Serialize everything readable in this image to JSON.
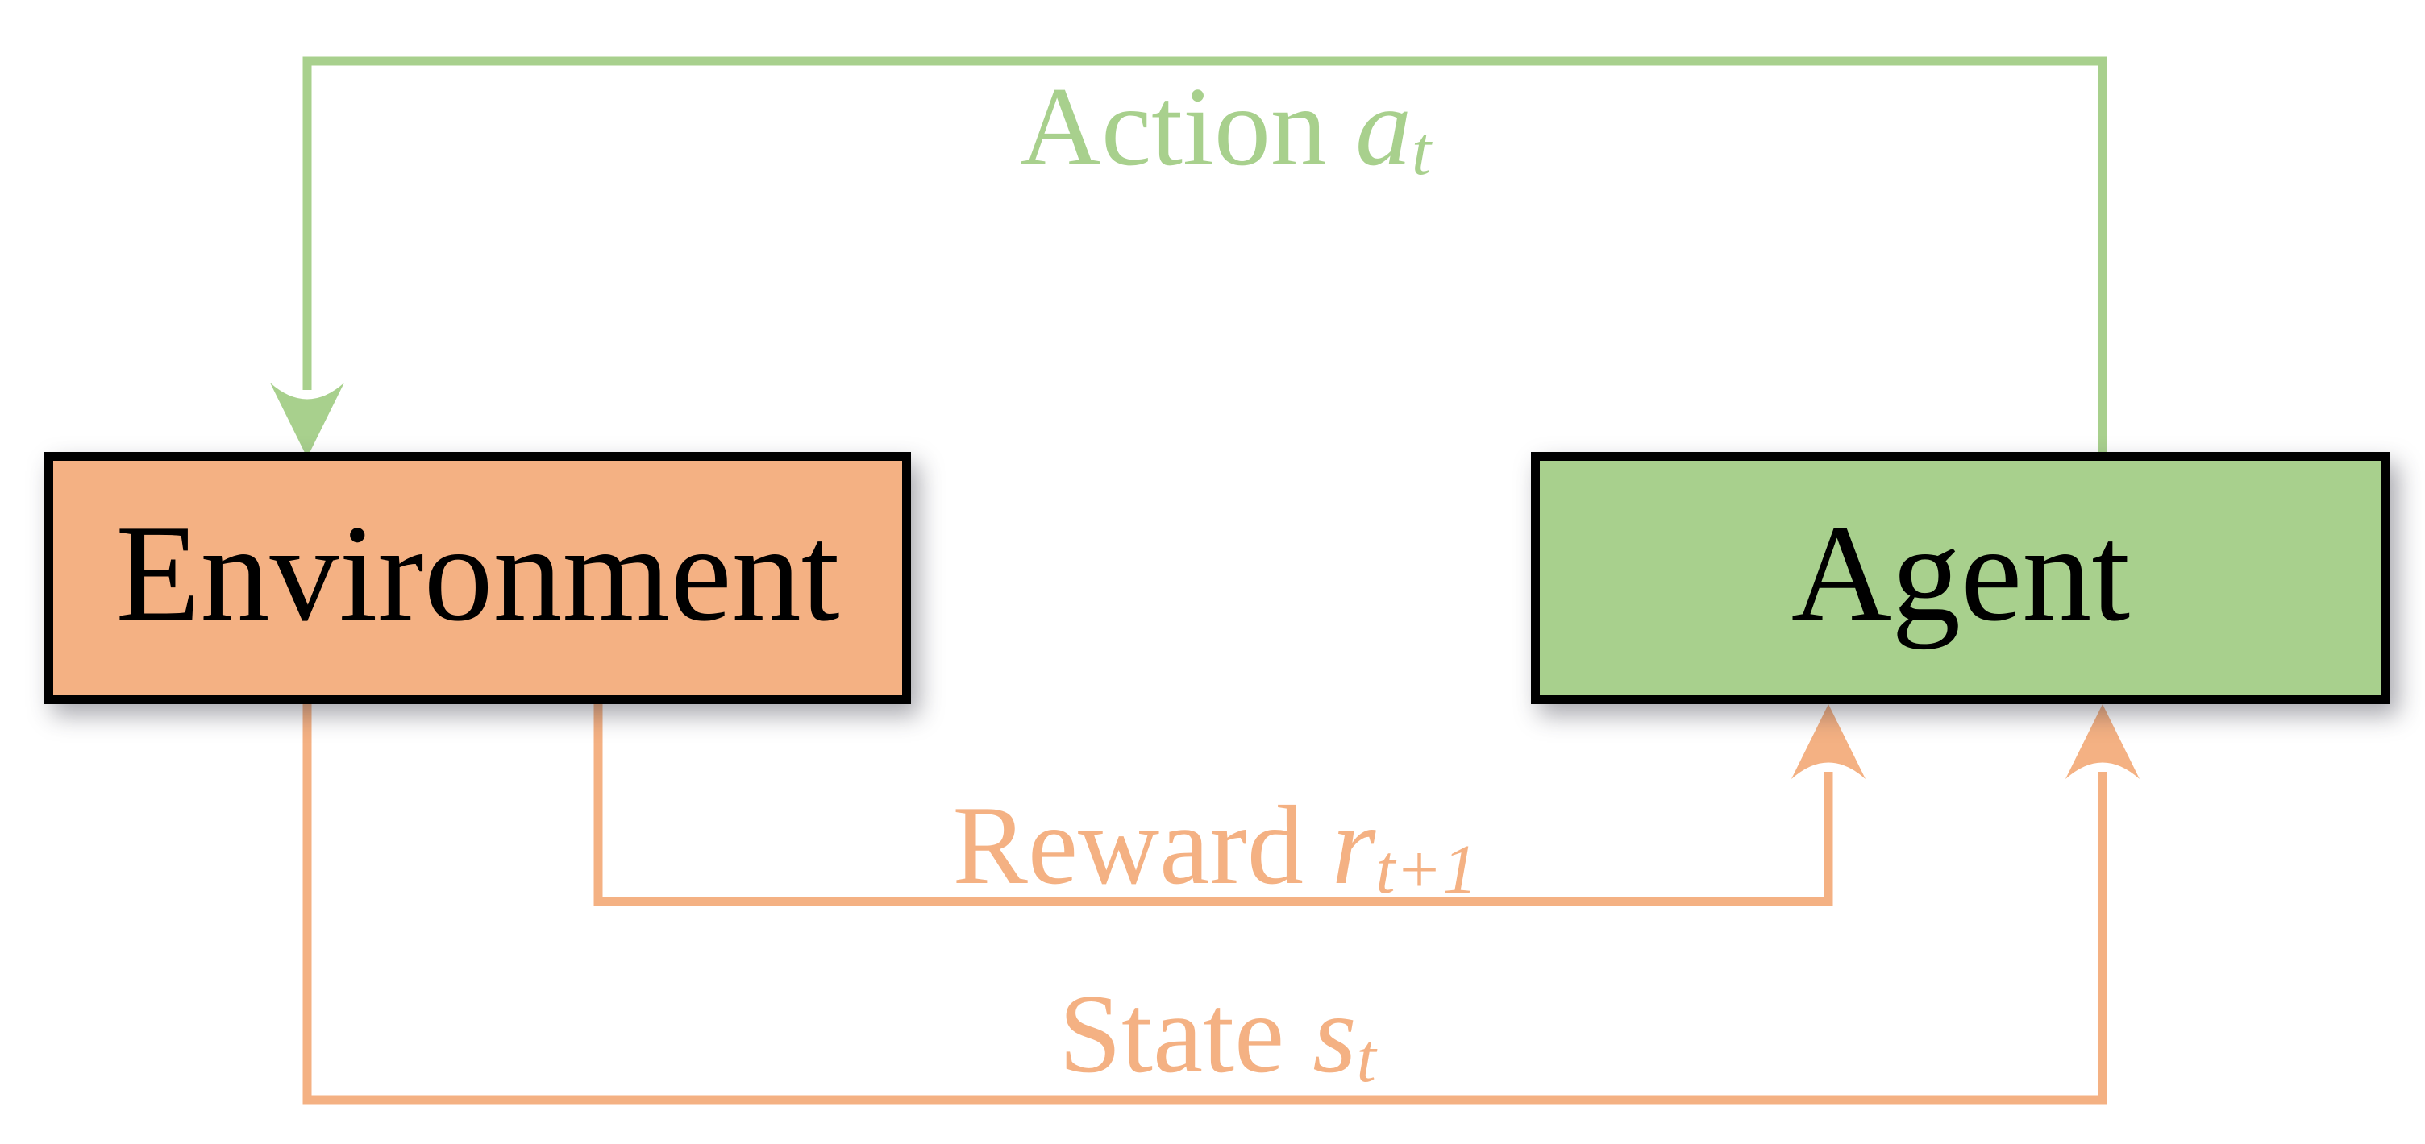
{
  "title": "Reinforcement learning loop diagram",
  "colors": {
    "green": "#A8D08D",
    "orange": "#F4B183",
    "black": "#000000",
    "background": "#FFFFFF"
  },
  "nodes": {
    "environment": {
      "label": "Environment",
      "fill": "#F4B183"
    },
    "agent": {
      "label": "Agent",
      "fill": "#A8D08D"
    }
  },
  "edges": {
    "action": {
      "word": "Action ",
      "variable": "a",
      "subscript": "t",
      "color": "#A8D08D",
      "from": "agent",
      "to": "environment"
    },
    "reward": {
      "word": "Reward ",
      "variable": "r",
      "subscript": "t+1",
      "color": "#F4B183",
      "from": "environment",
      "to": "agent"
    },
    "state": {
      "word": "State ",
      "variable": "s",
      "subscript": "t",
      "color": "#F4B183",
      "from": "environment",
      "to": "agent"
    }
  }
}
